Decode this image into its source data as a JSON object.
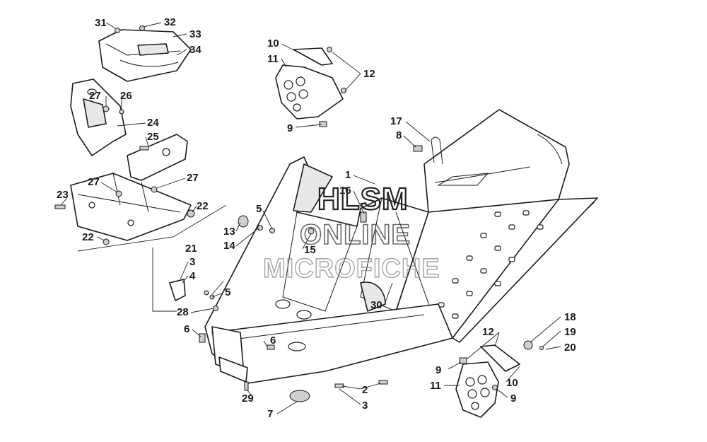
{
  "watermark": {
    "line1": "HLSM",
    "line2": "ONLINE",
    "line3": "MICROFICHE"
  },
  "callouts": [
    {
      "id": "c31a",
      "label": "31"
    },
    {
      "id": "c32",
      "label": "32"
    },
    {
      "id": "c33",
      "label": "33"
    },
    {
      "id": "c34",
      "label": "34"
    },
    {
      "id": "c27a",
      "label": "27"
    },
    {
      "id": "c26",
      "label": "26"
    },
    {
      "id": "c24",
      "label": "24"
    },
    {
      "id": "c25",
      "label": "25"
    },
    {
      "id": "c27b",
      "label": "27"
    },
    {
      "id": "c27c",
      "label": "27"
    },
    {
      "id": "c23",
      "label": "23"
    },
    {
      "id": "c22a",
      "label": "22"
    },
    {
      "id": "c22b",
      "label": "22"
    },
    {
      "id": "c21",
      "label": "21"
    },
    {
      "id": "c10a",
      "label": "10"
    },
    {
      "id": "c11a",
      "label": "11"
    },
    {
      "id": "c12a",
      "label": "12"
    },
    {
      "id": "c9a",
      "label": "9"
    },
    {
      "id": "c17",
      "label": "17"
    },
    {
      "id": "c8",
      "label": "8"
    },
    {
      "id": "c1",
      "label": "1"
    },
    {
      "id": "c16",
      "label": "16"
    },
    {
      "id": "c5a",
      "label": "5"
    },
    {
      "id": "c13",
      "label": "13"
    },
    {
      "id": "c14",
      "label": "14"
    },
    {
      "id": "c15",
      "label": "15"
    },
    {
      "id": "c3a",
      "label": "3"
    },
    {
      "id": "c4",
      "label": "4"
    },
    {
      "id": "c5b",
      "label": "5"
    },
    {
      "id": "c28",
      "label": "28"
    },
    {
      "id": "c6a",
      "label": "6"
    },
    {
      "id": "c6b",
      "label": "6"
    },
    {
      "id": "c30",
      "label": "30"
    },
    {
      "id": "c18",
      "label": "18"
    },
    {
      "id": "c19",
      "label": "19"
    },
    {
      "id": "c20",
      "label": "20"
    },
    {
      "id": "c12b",
      "label": "12"
    },
    {
      "id": "c9b",
      "label": "9"
    },
    {
      "id": "c10b",
      "label": "10"
    },
    {
      "id": "c11b",
      "label": "11"
    },
    {
      "id": "c9c",
      "label": "9"
    },
    {
      "id": "c2",
      "label": "2"
    },
    {
      "id": "c3b",
      "label": "3"
    },
    {
      "id": "c29",
      "label": "29"
    },
    {
      "id": "c7",
      "label": "7"
    }
  ]
}
